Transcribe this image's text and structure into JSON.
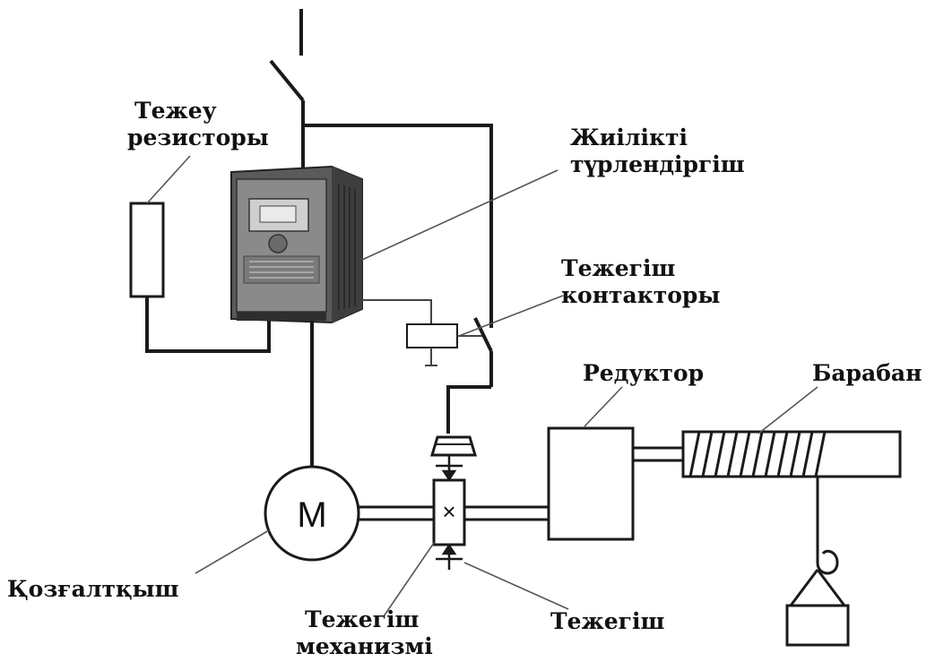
{
  "labels": {
    "brake_resistor_line1": "Тежеу",
    "brake_resistor_line2": "резисторы",
    "frequency_converter_line1": "Жиілікті",
    "frequency_converter_line2": "түрлендіргіш",
    "brake_contactor_line1": "Тежегіш",
    "brake_contactor_line2": "контакторы",
    "reducer": "Редуктор",
    "drum": "Барабан",
    "motor": "Қозғалтқыш",
    "motor_symbol": "М",
    "brake_mechanism_line1": "Тежегіш",
    "brake_mechanism_line2": "механизмі",
    "brake": "Тежегіш",
    "coupling_symbol": "×"
  },
  "colors": {
    "line": "#1a1a1a",
    "converter_body": "#6e6e6e",
    "converter_panel": "#9a9a9a"
  },
  "icons": {
    "main_switch": "disconnect-switch-icon",
    "converter": "frequency-converter-icon",
    "hook": "crane-hook-icon",
    "load": "load-weight-icon"
  }
}
